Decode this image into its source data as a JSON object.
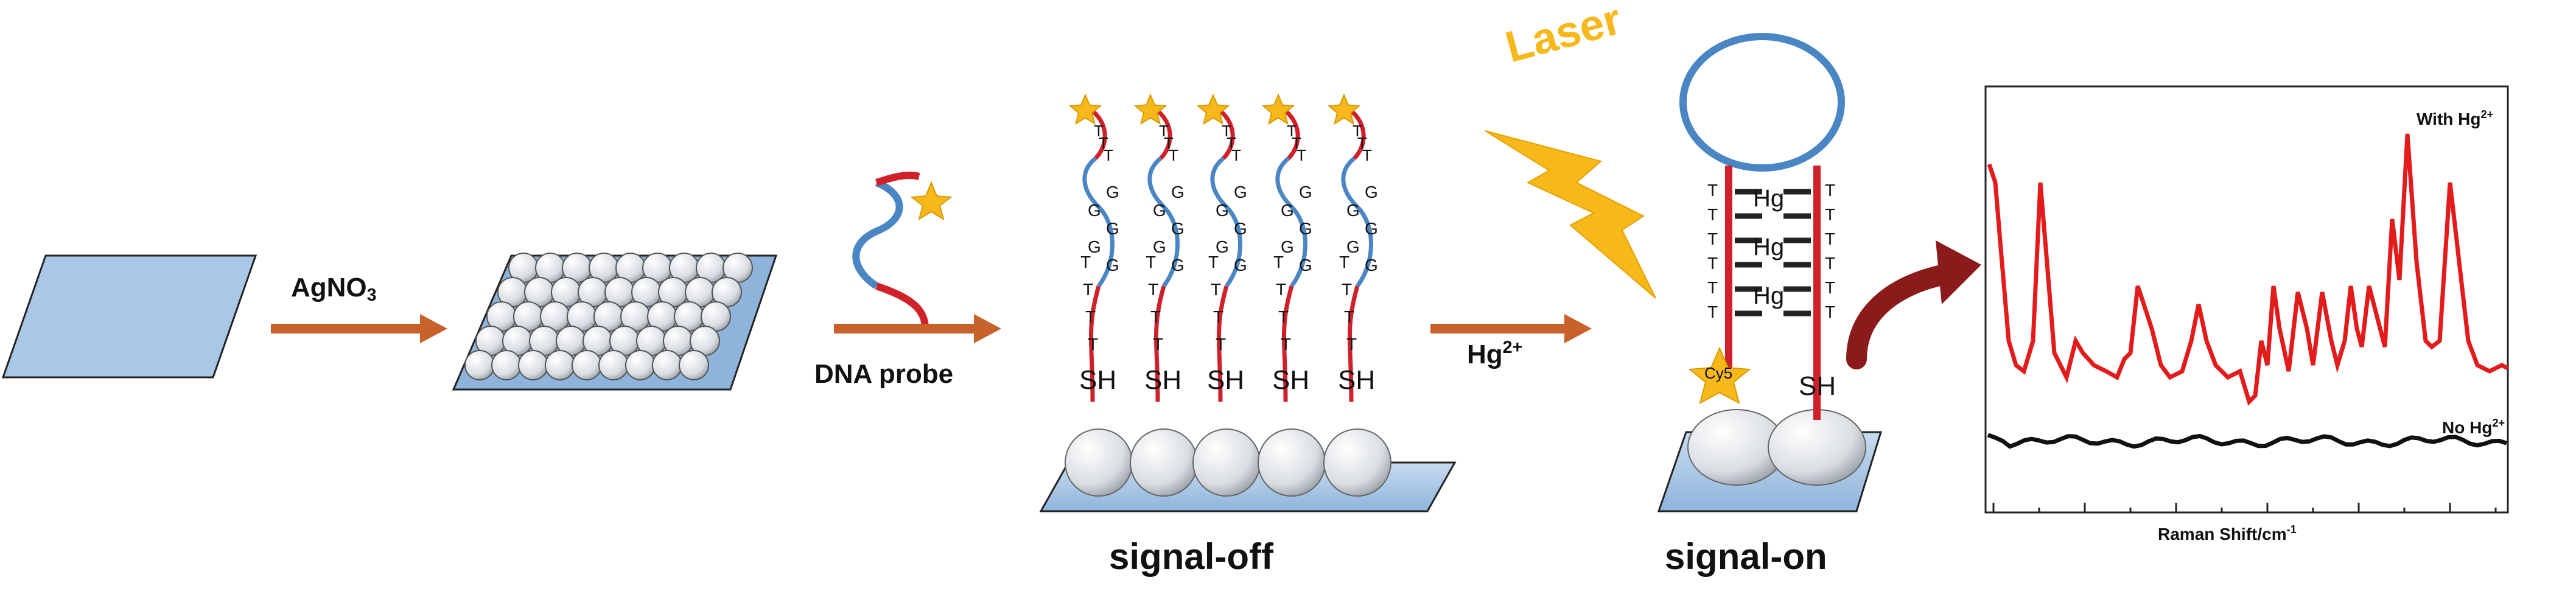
{
  "step_labels": {
    "agno3": "AgNO",
    "agno3_sub": "3",
    "dna_probe": "DNA  probe",
    "hg": "Hg",
    "hg_sup": "2+",
    "laser": "Laser"
  },
  "state_labels": {
    "signal_off": "signal-off",
    "signal_on": "signal-on"
  },
  "probe_sequence": {
    "thiol": "SH",
    "t_base": "T",
    "g_base": "G",
    "hg_bridge": "Hg",
    "dye": "Cy5"
  },
  "spectrum": {
    "xlabel": "Raman Shift/cm",
    "xlabel_sup": "-1",
    "legend_with": "With Hg",
    "legend_no": "No Hg",
    "legend_sup": "2+"
  },
  "colors": {
    "substrate": "#a9c8e8",
    "arrow": "#c8622a",
    "dna_red": "#d0202a",
    "dna_blue": "#4a86c4",
    "star": "#f6b81a",
    "laser": "#f6b81a",
    "curved_arrow": "#8b1a1a",
    "spectrum_with": "#e31b1b",
    "spectrum_no": "#111111"
  }
}
